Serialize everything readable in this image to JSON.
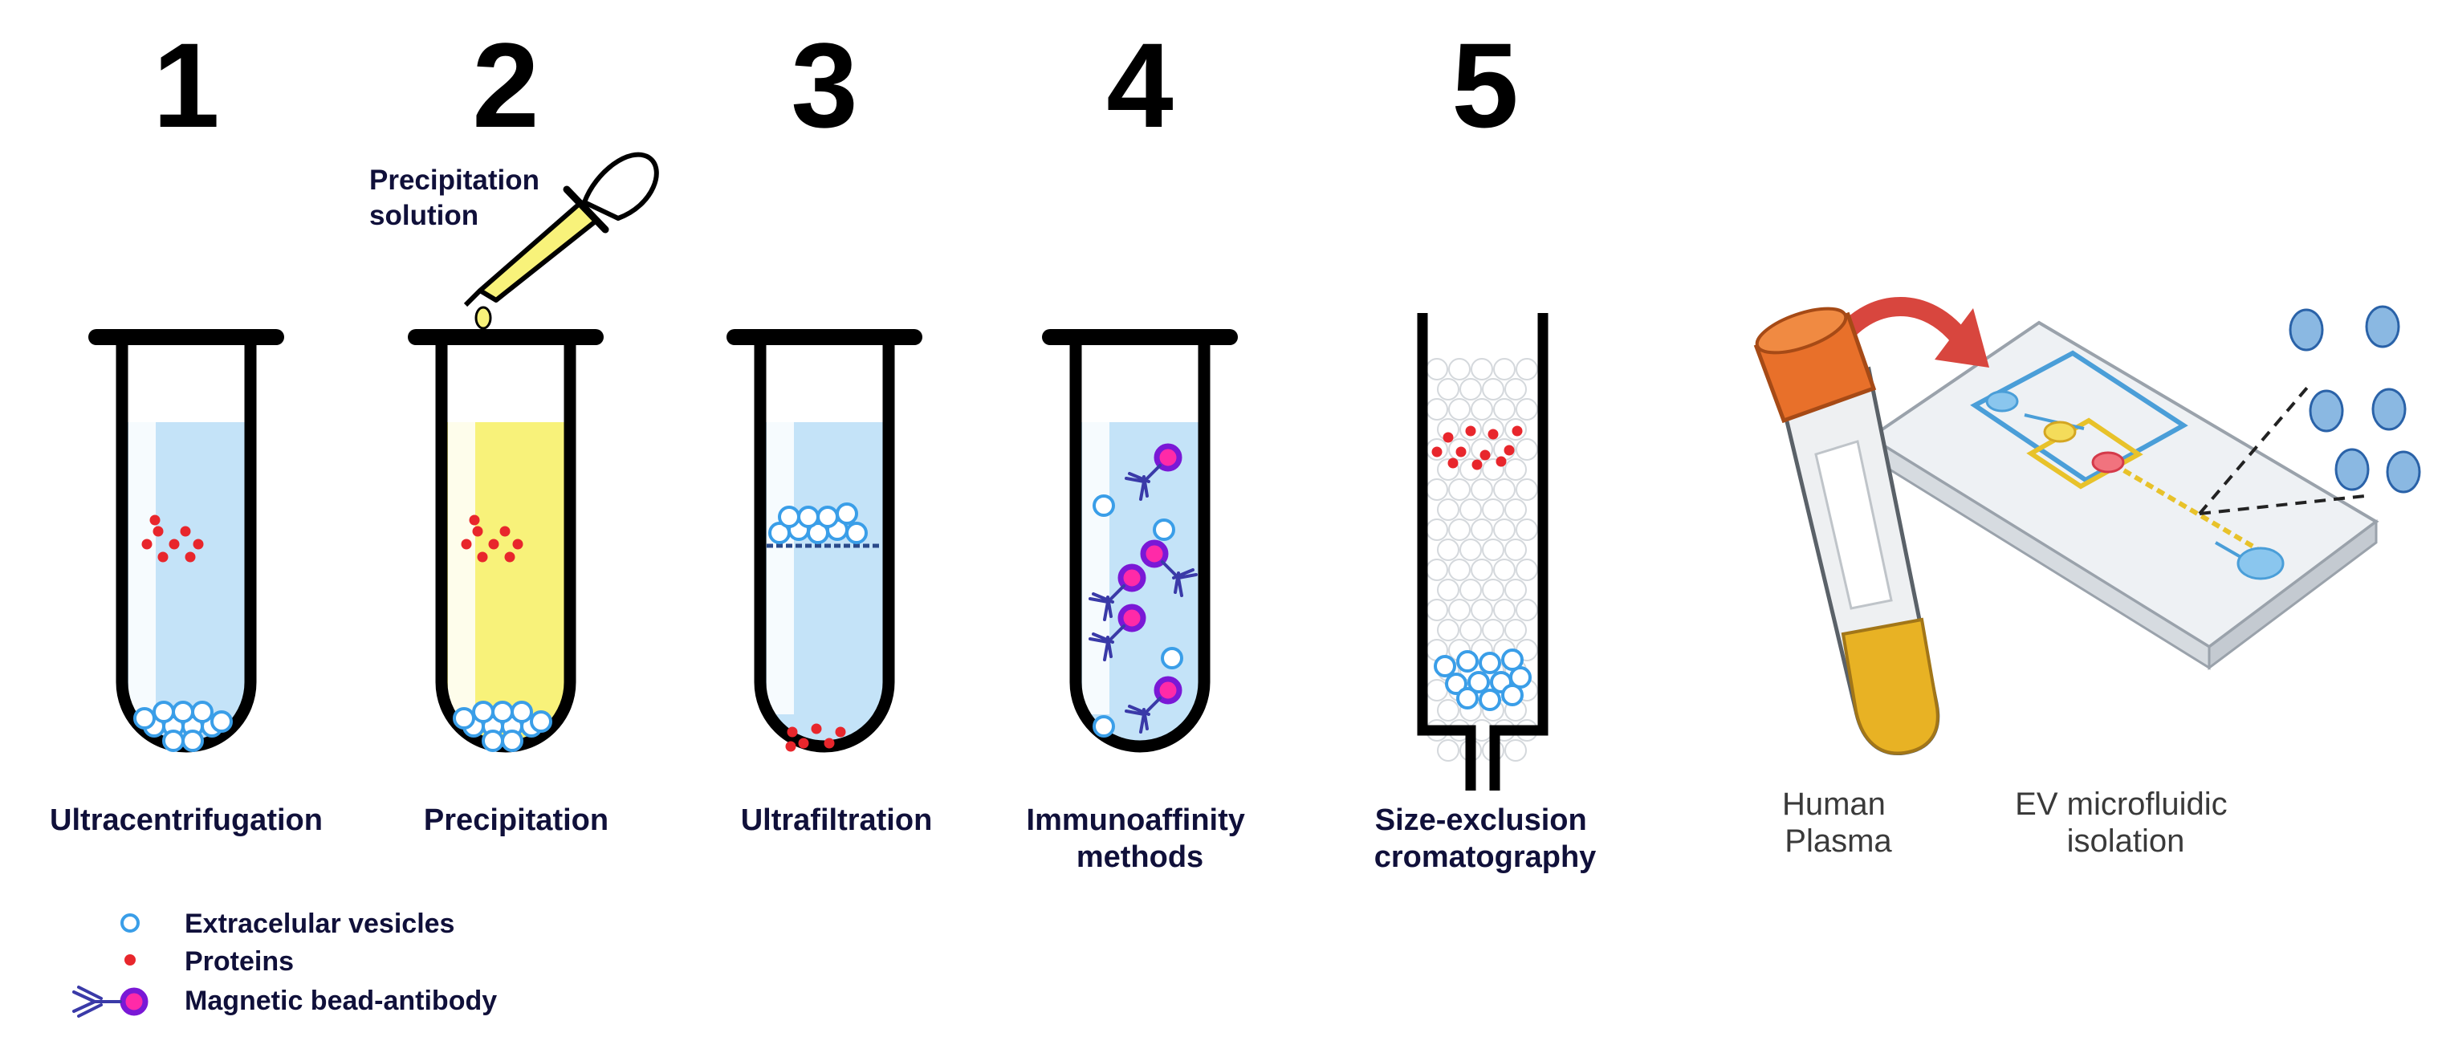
{
  "colors": {
    "outline": "#000000",
    "liquid": "#c4e3f8",
    "precip_liquid": "#f8f27a",
    "vesicle": "#3a9ee8",
    "protein": "#e8262c",
    "bead": "#7a18d6",
    "bead_core": "#ff2aa8",
    "antibody": "#3a3aa8",
    "label_text": "#10103a",
    "arrow": "#d8463e",
    "cap": "#e8702a",
    "plasma": "#e8b224"
  },
  "steps": [
    {
      "number": "1",
      "label": "Ultracentrifugation"
    },
    {
      "number": "2",
      "label": "Precipitation"
    },
    {
      "number": "3",
      "label": "Ultrafiltration"
    },
    {
      "number": "4",
      "label_lines": [
        "Immunoaffinity",
        "methods"
      ]
    },
    {
      "number": "5",
      "label_lines": [
        "Size-exclusion",
        "cromatography"
      ]
    }
  ],
  "dropper": {
    "label_lines": [
      "Precipitation",
      "solution"
    ]
  },
  "microfluidic": {
    "plasma_label_lines": [
      "Human",
      "Plasma"
    ],
    "chip_label_lines": [
      "EV microfluidic",
      "isolation"
    ]
  },
  "legend": [
    {
      "symbol": "vesicle",
      "label": "Extracelular vesicles"
    },
    {
      "symbol": "protein",
      "label": "Proteins"
    },
    {
      "symbol": "bead-antibody",
      "label": "Magnetic bead-antibody"
    }
  ]
}
